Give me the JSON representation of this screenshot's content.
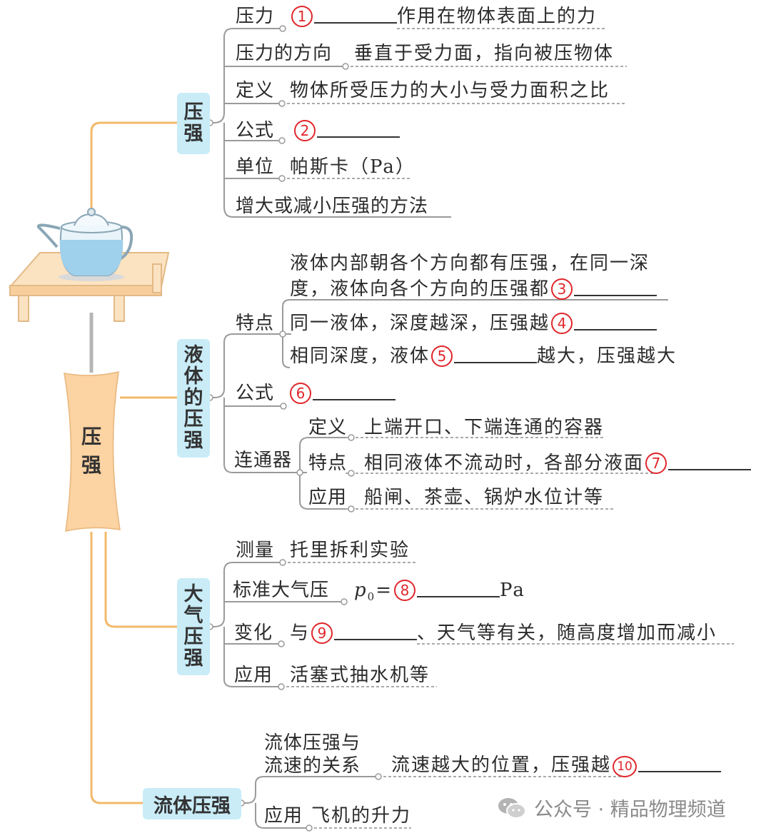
{
  "root": {
    "label": "压\n强"
  },
  "branches": {
    "pressure": {
      "label": "压\n强",
      "items": {
        "force": {
          "key": "压力",
          "num": "1",
          "desc": "作用在物体表面上的力"
        },
        "direction": {
          "key": "压力的方向",
          "desc": "垂直于受力面，指向被压物体"
        },
        "definition": {
          "key": "定义",
          "desc": "物体所受压力的大小与受力面积之比"
        },
        "formula": {
          "key": "公式",
          "num": "2"
        },
        "unit": {
          "key": "单位",
          "desc": "帕斯卡（Pa）"
        },
        "methods": {
          "key": "增大或减小压强的方法"
        }
      }
    },
    "liquid": {
      "label": "液\n体\n的\n压\n强",
      "features_key": "特点",
      "feature1_line1": "液体内部朝各个方向都有压强，在同一深",
      "feature1_line2": "度，液体向各个方向的压强都",
      "feature1_num": "3",
      "feature2": "同一液体，深度越深，压强越",
      "feature2_num": "4",
      "feature3_a": "相同深度，液体",
      "feature3_num": "5",
      "feature3_b": "越大，压强越大",
      "formula_key": "公式",
      "formula_num": "6",
      "connector_key": "连通器",
      "connector": {
        "def_key": "定义",
        "def": "上端开口、下端连通的容器",
        "feat_key": "特点",
        "feat": "相同液体不流动时，各部分液面",
        "feat_num": "7",
        "app_key": "应用",
        "app": "船闸、茶壶、锅炉水位计等"
      }
    },
    "atmosphere": {
      "label": "大\n气\n压\n强",
      "measure_key": "测量",
      "measure": "托里拆利实验",
      "standard_key": "标准大气压",
      "standard_sym": "p",
      "standard_sub": "0",
      "standard_eq": "=",
      "standard_num": "8",
      "standard_unit": "Pa",
      "change_key": "变化",
      "change_a": "与",
      "change_num": "9",
      "change_b": "、天气等有关，随高度增加而减小",
      "app_key": "应用",
      "app": "活塞式抽水机等"
    },
    "fluid": {
      "label": "流体压强",
      "relation_key_1": "流体压强与",
      "relation_key_2": "流速的关系",
      "relation": "流速越大的位置，压强越",
      "relation_num": "10",
      "app_key": "应用",
      "app": "飞机的升力"
    }
  },
  "watermark": {
    "text": "公众号 · 精品物理频道",
    "icon": "wechat-icon"
  },
  "colors": {
    "branch_line": "#f3b96a",
    "label_box": "#c9ecf7",
    "root_scroll": "#fcd3a2",
    "number": "#e0262b",
    "leader": "#999999"
  }
}
